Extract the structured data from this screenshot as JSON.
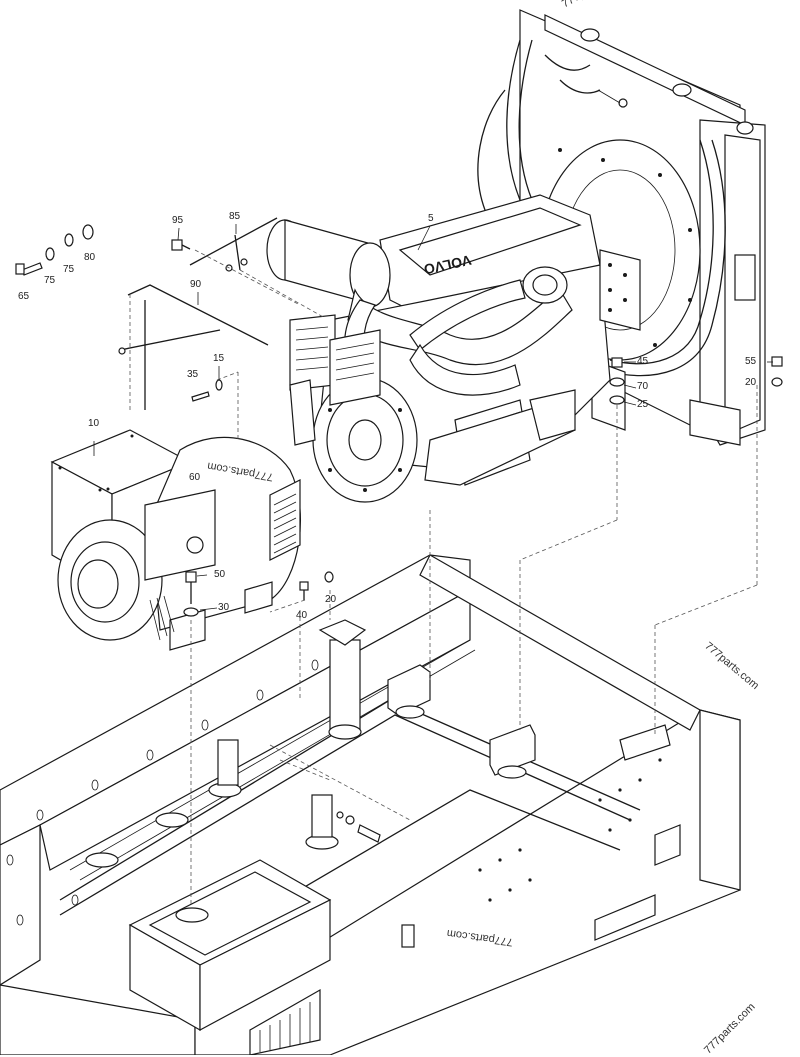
{
  "callouts": [
    "5",
    "95",
    "85",
    "65",
    "75",
    "75",
    "80",
    "90",
    "15",
    "35",
    "10",
    "60",
    "50",
    "30",
    "40",
    "20",
    "45",
    "70",
    "25",
    "55",
    "20"
  ],
  "brand_mark": "VOLVO",
  "watermarks": [
    "777parts.com",
    "777parts.com",
    "777parts.com",
    "777parts.com"
  ]
}
